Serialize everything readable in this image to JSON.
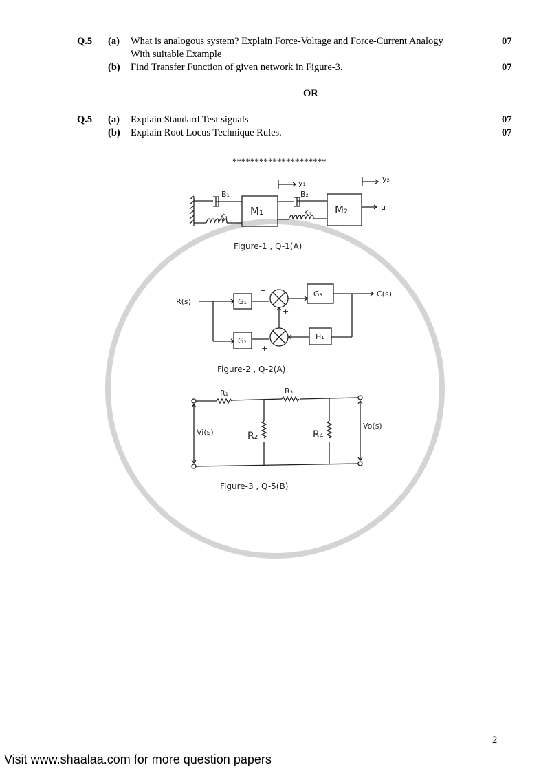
{
  "questions": [
    {
      "number": "Q.5",
      "parts": [
        {
          "label": "(a)",
          "lines": [
            "What is analogous system? Explain Force-Voltage and Force-Current Analogy",
            "With suitable Example"
          ],
          "marks": "07"
        },
        {
          "label": "(b)",
          "lines": [
            "Find Transfer Function of given network in Figure-3."
          ],
          "marks": "07"
        }
      ]
    },
    {
      "number": "Q.5",
      "parts": [
        {
          "label": "(a)",
          "lines": [
            "Explain Standard Test signals"
          ],
          "marks": "07"
        },
        {
          "label": "(b)",
          "lines": [
            "Explain Root Locus Technique Rules."
          ],
          "marks": "07"
        }
      ]
    }
  ],
  "or_label": "OR",
  "separator": "*********************",
  "figure1": {
    "caption": "Figure-1 , Q-1(A)",
    "labels": {
      "b1": "B₁",
      "k1": "K₁",
      "m1": "M₁",
      "b2": "B₂",
      "k2": "K₂",
      "m2": "M₂",
      "y1": "y₁",
      "y2": "y₂",
      "force": "u"
    }
  },
  "figure2": {
    "caption": "Figure-2 , Q-2(A)",
    "labels": {
      "input": "R(s)",
      "output": "C(s)",
      "g1": "G₁",
      "g2": "G₂",
      "g3": "G₃",
      "h1": "H₁",
      "plus": "+",
      "minus": "−"
    }
  },
  "figure3": {
    "caption": "Figure-3 , Q-5(B)",
    "labels": {
      "r1": "R₁",
      "r2": "R₂",
      "r3": "R₃",
      "r4": "R₄",
      "vi": "Vi(s)",
      "vo": "Vo(s)"
    }
  },
  "watermark": "shaalaa.com",
  "page_number": "2",
  "footer": "Visit www.shaalaa.com for more question papers"
}
